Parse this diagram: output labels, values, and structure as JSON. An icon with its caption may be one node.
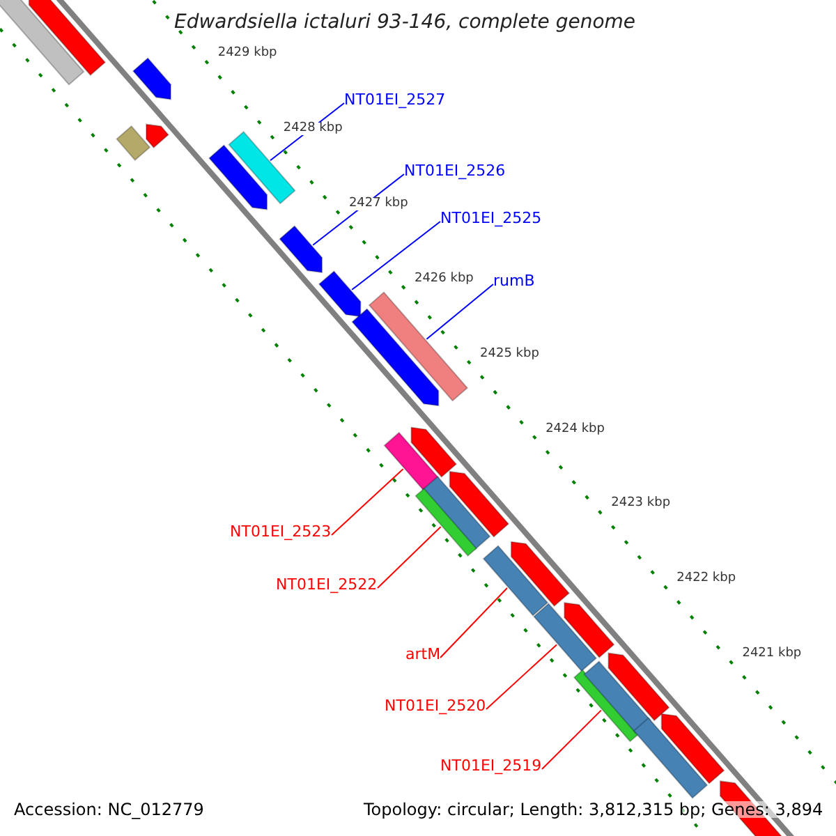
{
  "diagram": {
    "title": "Edwardsiella ictaluri 93-146, complete genome",
    "nodes": [
      {
        "text": [],
        "shape": "bar"
      },
      {
        "text": [],
        "shape": "arrow"
      },
      {
        "text": [],
        "shape": "arrow"
      },
      {
        "text": [],
        "shape": "bar"
      },
      {
        "text": [],
        "shape": "arrow"
      },
      {
        "text": [],
        "shape": "arrow"
      },
      {
        "text": [
          "NT01EI_2527"
        ]
      },
      {
        "text": [],
        "shape": "bar"
      },
      {
        "text": [
          "NT01EI_2526"
        ]
      },
      {
        "text": [],
        "shape": "arrow"
      },
      {
        "text": [
          "NT01EI_2525"
        ]
      },
      {
        "text": [],
        "shape": "arrow"
      },
      {
        "text": [
          "rumB"
        ]
      },
      {
        "text": [],
        "shape": "bar"
      },
      {
        "text": [],
        "shape": "arrow"
      },
      {
        "text": [
          "NT01EI_2523"
        ]
      },
      {
        "text": [],
        "shape": "bar"
      },
      {
        "text": [],
        "shape": "arrow"
      },
      {
        "text": [],
        "shape": "bar"
      },
      {
        "text": [
          "NT01EI_2522"
        ]
      },
      {
        "text": [],
        "shape": "bar"
      },
      {
        "text": [],
        "shape": "arrow"
      },
      {
        "text": [
          "artM"
        ]
      },
      {
        "text": [],
        "shape": "bar"
      },
      {
        "text": [],
        "shape": "arrow"
      },
      {
        "text": [
          "NT01EI_2520"
        ]
      },
      {
        "text": [],
        "shape": "bar"
      },
      {
        "text": [],
        "shape": "arrow"
      },
      {
        "text": [
          "NT01EI_2519"
        ]
      },
      {
        "text": [],
        "shape": "bar"
      },
      {
        "text": [],
        "shape": "bar"
      },
      {
        "text": [],
        "shape": "arrow"
      },
      {
        "text": [],
        "shape": "bar"
      },
      {
        "text": [],
        "shape": "arrow"
      },
      {
        "text": [],
        "shape": "arrow"
      }
    ],
    "edges": [
      {
        "from": 6,
        "to": 7,
        "arrow": "none",
        "color": "#0000ff"
      },
      {
        "from": 8,
        "to": 9,
        "arrow": "none",
        "color": "#0000ff"
      },
      {
        "from": 10,
        "to": 11,
        "arrow": "none",
        "color": "#0000ff"
      },
      {
        "from": 12,
        "to": 13,
        "arrow": "none",
        "color": "#0000ff"
      },
      {
        "from": 15,
        "to": 16,
        "arrow": "none",
        "color": "#ff0000"
      },
      {
        "from": 19,
        "to": 20,
        "arrow": "none",
        "color": "#ff0000"
      },
      {
        "from": 22,
        "to": 23,
        "arrow": "none",
        "color": "#ff0000"
      },
      {
        "from": 25,
        "to": 26,
        "arrow": "none",
        "color": "#ff0000"
      },
      {
        "from": 28,
        "to": 29,
        "arrow": "none",
        "color": "#ff0000"
      }
    ],
    "labels": [
      "2429 kbp",
      "2428 kbp",
      "2427 kbp",
      "2426 kbp",
      "2425 kbp",
      "2424 kbp",
      "2423 kbp",
      "2422 kbp",
      "2421 kbp",
      "Accession: NC_012779",
      "Topology: circular; Length: 3,812,315 bp; Genes: 3,894"
    ]
  }
}
